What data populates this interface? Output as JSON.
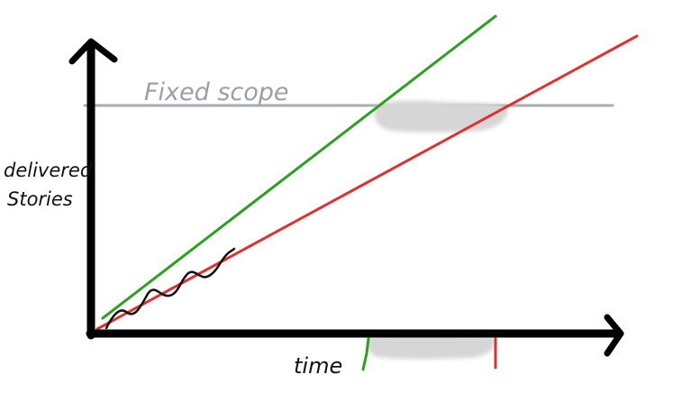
{
  "labels": {
    "scope": "Fixed scope",
    "y_axis_line1": "delivered",
    "y_axis_line2": "Stories",
    "x_axis": "time"
  },
  "colors": {
    "axis": "#000000",
    "fast_line": "#2aa11f",
    "slow_line": "#e03030",
    "scope_line": "#a8acb2",
    "scope_text": "#9aa0a6",
    "blob": "#d6d6d6",
    "squiggle": "#111111",
    "background": "#ffffff"
  }
}
